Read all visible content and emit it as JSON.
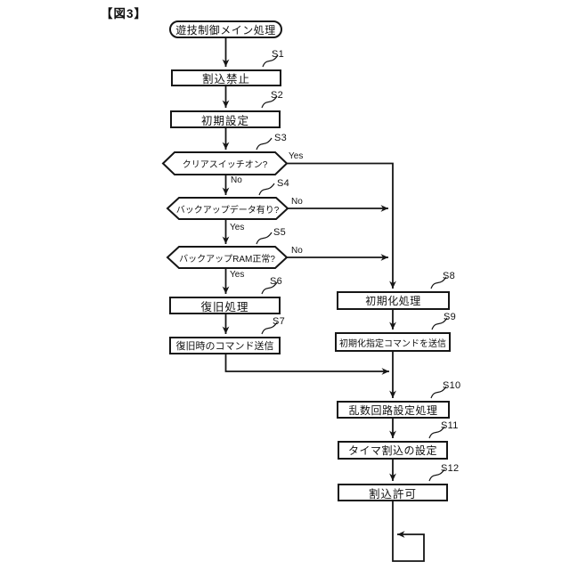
{
  "figure_label": "【図3】",
  "diagram": {
    "type": "flowchart",
    "colors": {
      "line": "#161616",
      "background": "#ffffff"
    },
    "start": {
      "label": "遊技制御メイン処理",
      "shape": "terminal"
    },
    "steps": [
      {
        "tag": "S1",
        "shape": "process",
        "label": "割込禁止"
      },
      {
        "tag": "S2",
        "shape": "process",
        "label": "初期設定"
      },
      {
        "tag": "S3",
        "shape": "decision",
        "label": "クリアスイッチオン?"
      },
      {
        "tag": "S4",
        "shape": "decision",
        "label": "バックアップデータ有り?"
      },
      {
        "tag": "S5",
        "shape": "decision",
        "label": "バックアップRAM正常?"
      },
      {
        "tag": "S6",
        "shape": "process",
        "label": "復旧処理"
      },
      {
        "tag": "S7",
        "shape": "process",
        "label": "復旧時のコマンド送信"
      },
      {
        "tag": "S8",
        "shape": "process",
        "label": "初期化処理"
      },
      {
        "tag": "S9",
        "shape": "process",
        "label": "初期化指定コマンドを送信"
      },
      {
        "tag": "S10",
        "shape": "process",
        "label": "乱数回路設定処理"
      },
      {
        "tag": "S11",
        "shape": "process",
        "label": "タイマ割込の設定"
      },
      {
        "tag": "S12",
        "shape": "process",
        "label": "割込許可"
      }
    ],
    "branch_labels": [
      {
        "from": "S3",
        "direction": "right",
        "text": "Yes"
      },
      {
        "from": "S3",
        "direction": "down",
        "text": "No"
      },
      {
        "from": "S4",
        "direction": "right",
        "text": "No"
      },
      {
        "from": "S4",
        "direction": "down",
        "text": "Yes"
      },
      {
        "from": "S5",
        "direction": "right",
        "text": "No"
      },
      {
        "from": "S5",
        "direction": "down",
        "text": "Yes"
      }
    ],
    "edges": [
      {
        "from": "start",
        "to": "S1"
      },
      {
        "from": "S1",
        "to": "S2"
      },
      {
        "from": "S2",
        "to": "S3"
      },
      {
        "from": "S3",
        "to": "S4",
        "label": "No"
      },
      {
        "from": "S3",
        "to": "S8",
        "label": "Yes"
      },
      {
        "from": "S4",
        "to": "S5",
        "label": "Yes"
      },
      {
        "from": "S4",
        "to": "S8",
        "label": "No"
      },
      {
        "from": "S5",
        "to": "S6",
        "label": "Yes"
      },
      {
        "from": "S5",
        "to": "S8",
        "label": "No"
      },
      {
        "from": "S6",
        "to": "S7"
      },
      {
        "from": "S7",
        "to": "S10"
      },
      {
        "from": "S8",
        "to": "S9"
      },
      {
        "from": "S9",
        "to": "S10"
      },
      {
        "from": "S10",
        "to": "S11"
      },
      {
        "from": "S11",
        "to": "S12"
      },
      {
        "from": "S12",
        "to": "loop"
      }
    ]
  }
}
